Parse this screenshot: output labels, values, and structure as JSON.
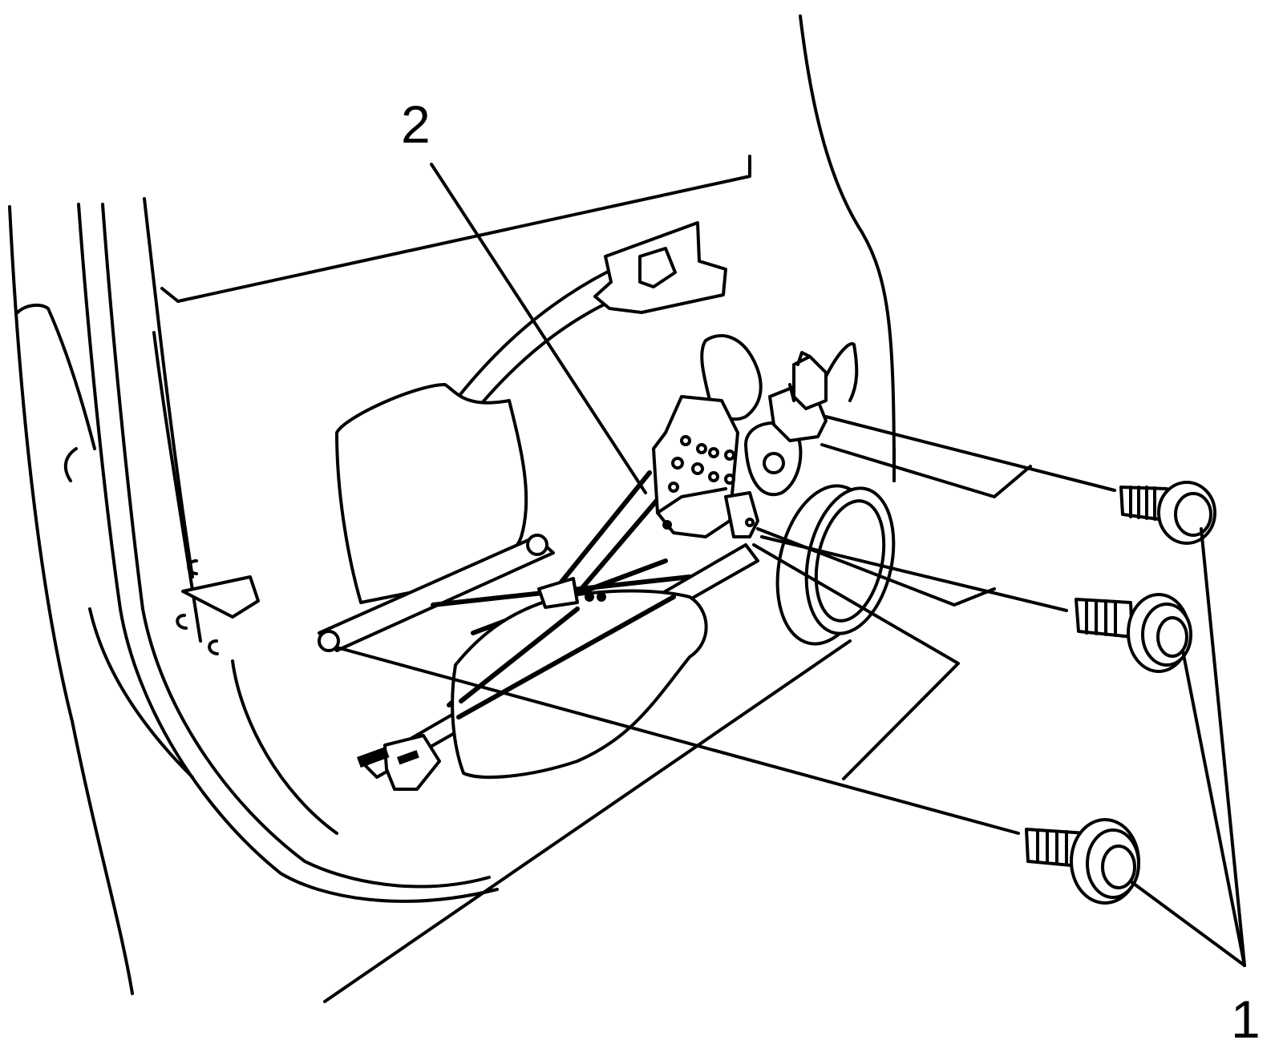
{
  "callouts": [
    {
      "id": "fasteners",
      "label": "1"
    },
    {
      "id": "window-regulator",
      "label": "2"
    }
  ],
  "colors": {
    "line": "#000000",
    "background": "#ffffff"
  }
}
